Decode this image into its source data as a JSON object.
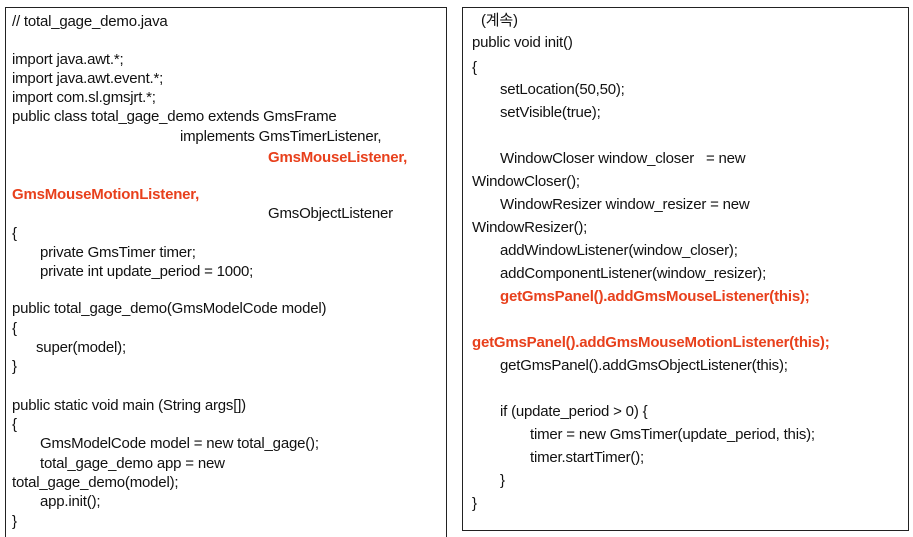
{
  "colors": {
    "highlight": "#e8401c",
    "text": "#111111",
    "border": "#222222"
  },
  "left_panel": {
    "lines": [
      {
        "text": "// total_gage_demo.java",
        "highlight": false
      },
      {
        "text": "import java.awt.*;",
        "highlight": false
      },
      {
        "text": "import java.awt.event.*;",
        "highlight": false
      },
      {
        "text": "import com.sl.gmsjrt.*;",
        "highlight": false
      },
      {
        "text": "public class total_gage_demo extends GmsFrame",
        "highlight": false
      },
      {
        "text": "implements GmsTimerListener,",
        "highlight": false
      },
      {
        "text": "GmsMouseListener,",
        "highlight": true
      },
      {
        "text": "GmsMouseMotionListener,",
        "highlight": true
      },
      {
        "text": "GmsObjectListener",
        "highlight": false
      },
      {
        "text": "{",
        "highlight": false
      },
      {
        "text": "private GmsTimer timer;",
        "highlight": false
      },
      {
        "text": "private int update_period = 1000;",
        "highlight": false
      },
      {
        "text": "public total_gage_demo(GmsModelCode model)",
        "highlight": false
      },
      {
        "text": "{",
        "highlight": false
      },
      {
        "text": "super(model);",
        "highlight": false
      },
      {
        "text": "}",
        "highlight": false
      },
      {
        "text": "public static void main (String args[])",
        "highlight": false
      },
      {
        "text": "{",
        "highlight": false
      },
      {
        "text": "GmsModelCode model = new total_gage();",
        "highlight": false
      },
      {
        "text": "total_gage_demo app = new",
        "highlight": false
      },
      {
        "text": "total_gage_demo(model);",
        "highlight": false
      },
      {
        "text": "app.init();",
        "highlight": false
      },
      {
        "text": "}",
        "highlight": false
      }
    ]
  },
  "right_panel": {
    "lines": [
      {
        "text": "(계속)",
        "highlight": false
      },
      {
        "text": "public void init()",
        "highlight": false
      },
      {
        "text": "{",
        "highlight": false
      },
      {
        "text": "setLocation(50,50);",
        "highlight": false
      },
      {
        "text": "setVisible(true);",
        "highlight": false
      },
      {
        "text": "WindowCloser window_closer   = new",
        "highlight": false
      },
      {
        "text": "WindowCloser();",
        "highlight": false
      },
      {
        "text": "WindowResizer window_resizer = new",
        "highlight": false
      },
      {
        "text": "WindowResizer();",
        "highlight": false
      },
      {
        "text": "addWindowListener(window_closer);",
        "highlight": false
      },
      {
        "text": "addComponentListener(window_resizer);",
        "highlight": false
      },
      {
        "text": "getGmsPanel().addGmsMouseListener(this);",
        "highlight": true
      },
      {
        "text": "getGmsPanel().addGmsMouseMotionListener(this);",
        "highlight": true
      },
      {
        "text": "getGmsPanel().addGmsObjectListener(this);",
        "highlight": false
      },
      {
        "text": "if (update_period > 0) {",
        "highlight": false
      },
      {
        "text": "timer = new GmsTimer(update_period, this);",
        "highlight": false
      },
      {
        "text": "timer.startTimer();",
        "highlight": false
      },
      {
        "text": "}",
        "highlight": false
      },
      {
        "text": "}",
        "highlight": false
      }
    ]
  }
}
